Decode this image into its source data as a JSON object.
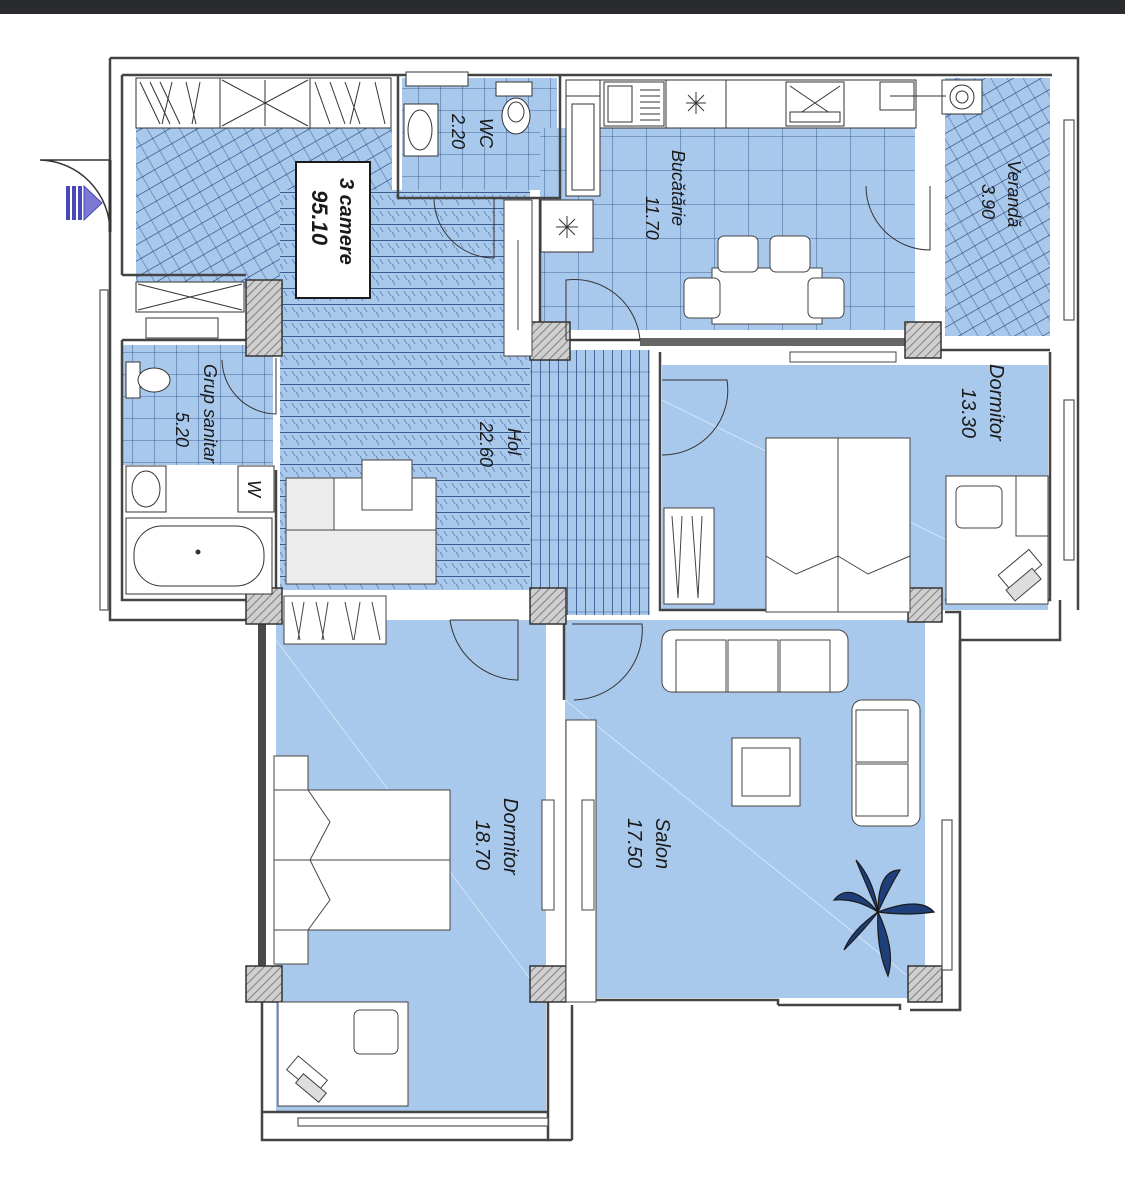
{
  "plan": {
    "total": {
      "title": "3 camere",
      "area": "95.10"
    },
    "rooms": [
      {
        "id": "wc",
        "name": "WC",
        "area": "2.20"
      },
      {
        "id": "bucatarie",
        "name": "Bucătărie",
        "area": "11.70"
      },
      {
        "id": "veranda",
        "name": "Verandă",
        "area": "3.90"
      },
      {
        "id": "grup-sanitar",
        "name": "Grup sanitar",
        "area": "5.20"
      },
      {
        "id": "hol",
        "name": "Hol",
        "area": "22.60"
      },
      {
        "id": "dormitor-1",
        "name": "Dormitor",
        "area": "13.30"
      },
      {
        "id": "dormitor-2",
        "name": "Dormitor",
        "area": "18.70"
      },
      {
        "id": "salon",
        "name": "Salon",
        "area": "17.50"
      }
    ],
    "washer_label": "W",
    "colors": {
      "room_fill": "#a9c9ec",
      "tile_grid": "#1f3f7a",
      "wall": "#555555",
      "column_hatch": "#777777",
      "entry_arrow": "#4848b8",
      "topbar": "#2a2b2e"
    },
    "icons": [
      "entry-arrow-icon",
      "toilet-icon",
      "sink-icon",
      "bathtub-icon",
      "stove-icon",
      "boiler-icon",
      "plant-icon",
      "laptop-icon"
    ]
  }
}
